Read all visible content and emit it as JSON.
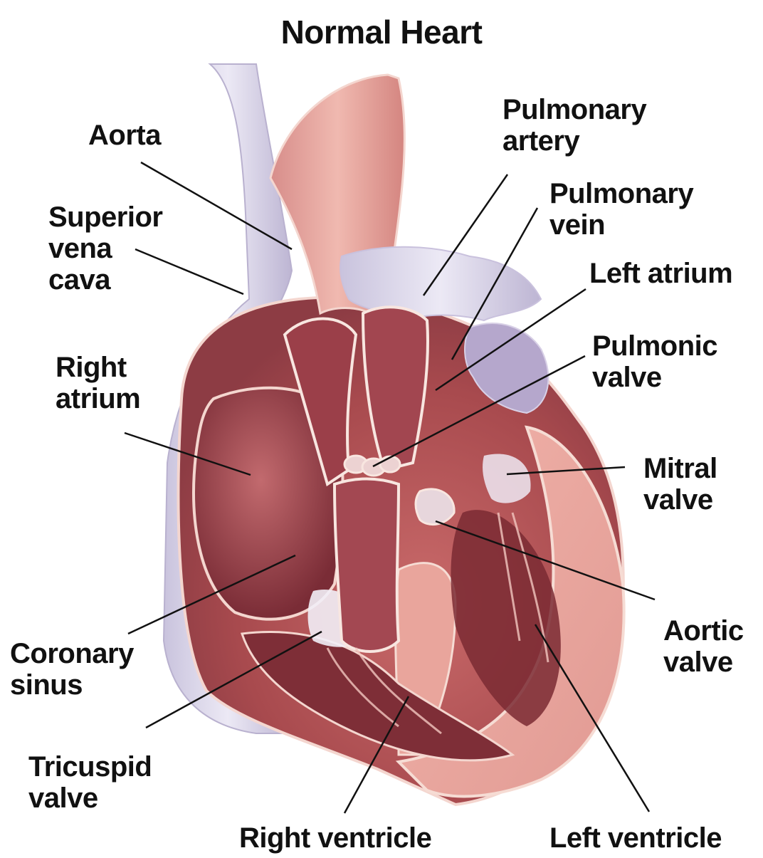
{
  "title": "Normal Heart",
  "labels": {
    "aorta": "Aorta",
    "superior_vena_cava": [
      "Superior",
      "vena",
      "cava"
    ],
    "right_atrium": [
      "Right",
      "atrium"
    ],
    "coronary_sinus": [
      "Coronary",
      "sinus"
    ],
    "tricuspid_valve": [
      "Tricuspid",
      "valve"
    ],
    "right_ventricle": "Right ventricle",
    "left_ventricle": "Left ventricle",
    "pulmonary_artery": [
      "Pulmonary",
      "artery"
    ],
    "pulmonary_vein": [
      "Pulmonary",
      "vein"
    ],
    "left_atrium": "Left atrium",
    "pulmonic_valve": [
      "Pulmonic",
      "valve"
    ],
    "mitral_valve": [
      "Mitral",
      "valve"
    ],
    "aortic_valve": [
      "Aortic",
      "valve"
    ]
  }
}
